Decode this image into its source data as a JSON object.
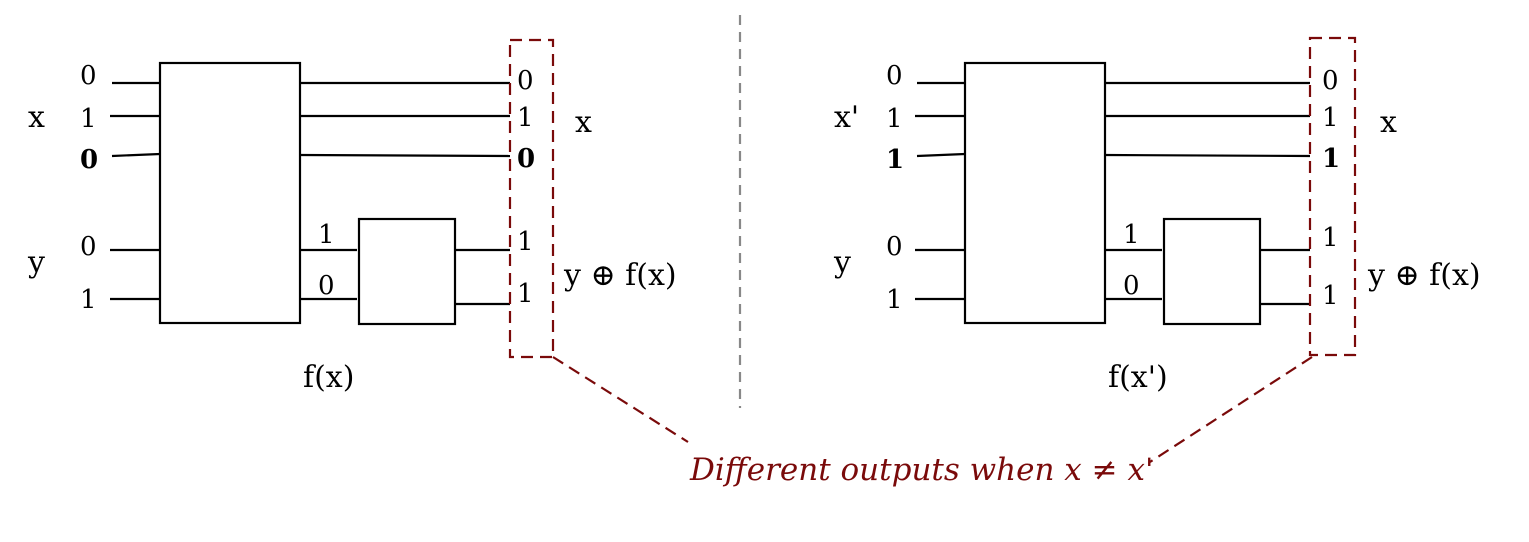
{
  "left": {
    "register_x_label": "x",
    "register_y_label": "y",
    "inputs": [
      "0",
      "1",
      "0",
      "0",
      "1"
    ],
    "oracle_label": "f(x)",
    "f_values": [
      "1",
      "0"
    ],
    "outputs": [
      "0",
      "1",
      "0",
      "1",
      "1"
    ],
    "out_x_label": "x",
    "out_y_label": "y ⊕ f(x)"
  },
  "right": {
    "register_x_label": "x'",
    "register_y_label": "y",
    "inputs": [
      "0",
      "1",
      "1",
      "0",
      "1"
    ],
    "oracle_label": "f(x')",
    "f_values": [
      "1",
      "0"
    ],
    "outputs": [
      "0",
      "1",
      "1",
      "1",
      "1"
    ],
    "out_x_label": "x",
    "out_y_label": "y ⊕ f(x)"
  },
  "annotation": "Different outputs when x ≠ x'",
  "colors": {
    "highlight": "#7a0a0a",
    "divider": "#888888"
  }
}
